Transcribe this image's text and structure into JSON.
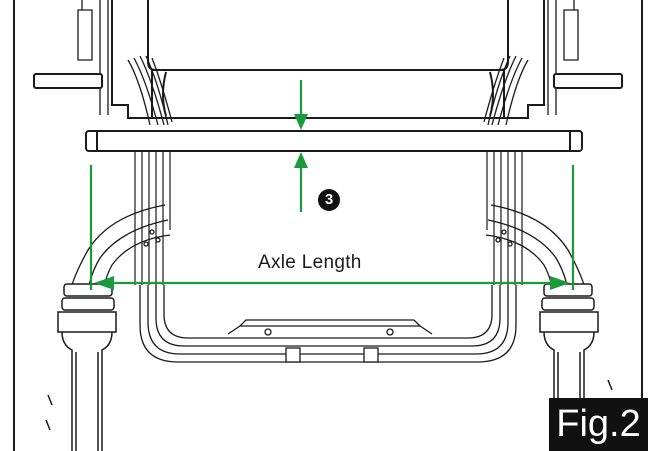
{
  "diagram": {
    "dimension_label": "Axle Length",
    "callout_number": "3",
    "figure_label": "Fig.2"
  },
  "colors": {
    "dimension_line": "#1a9a3c",
    "outline": "#1a1a1a",
    "badge_background": "#111111",
    "badge_text": "#ffffff"
  }
}
